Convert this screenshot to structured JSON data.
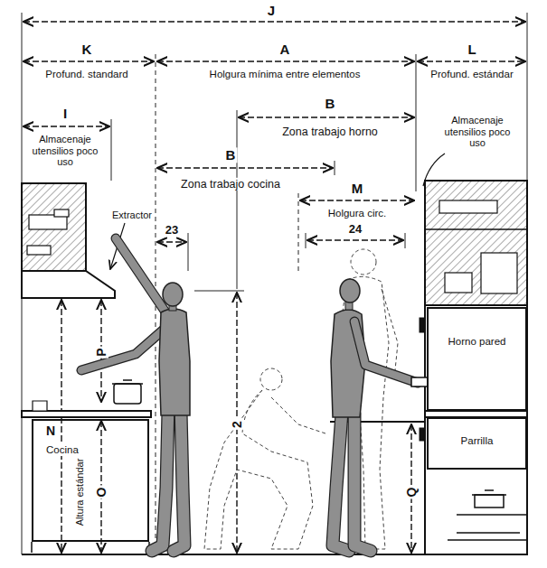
{
  "diagram": {
    "nodes": [
      {
        "text": [
          "Cocina"
        ]
      },
      {
        "text": [
          "Horno pared"
        ]
      },
      {
        "text": [
          "Parrilla"
        ]
      }
    ],
    "labels": [
      "J",
      "K",
      "Profund. standard",
      "A",
      "Holgura mínima entre elementos",
      "L",
      "Profund. estándar",
      "I",
      "Almacenaje utensilios poco uso",
      "B",
      "Zona trabajo horno",
      "Almacenaje utensilios poco uso",
      "B",
      "Zona trabajo cocina",
      "Extractor",
      "M",
      "Holgura circ.",
      "23",
      "24",
      "P",
      "2",
      "N",
      "O",
      "Altura estándar",
      "Q"
    ]
  }
}
